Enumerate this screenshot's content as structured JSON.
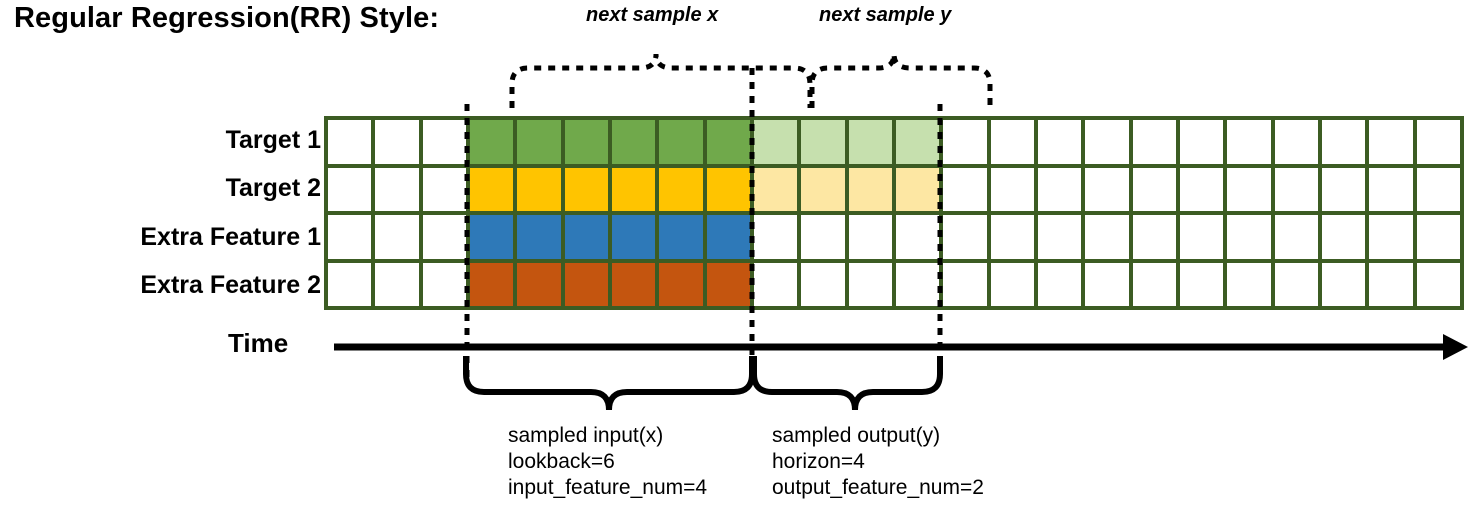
{
  "title": "Regular Regression(RR) Style:",
  "annotations": {
    "top_left_label": "next sample x",
    "top_right_label": "next sample y"
  },
  "rows": [
    {
      "label": "Target 1",
      "fill": "#70a94b",
      "faded_fill": "#c6e0ae",
      "has_output": true
    },
    {
      "label": "Target 2",
      "fill": "#ffc400",
      "faded_fill": "#fde7a3",
      "has_output": true
    },
    {
      "label": "Extra Feature 1",
      "fill": "#2e79b8",
      "faded_fill": "#ffffff",
      "has_output": false
    },
    {
      "label": "Extra Feature 2",
      "fill": "#c4550f",
      "faded_fill": "#ffffff",
      "has_output": false
    }
  ],
  "grid": {
    "total_columns": 24,
    "leading_blank_columns": 3,
    "input_columns": 6,
    "output_columns": 4,
    "trailing_blank_columns": 11,
    "border_color": "#3c5c23",
    "blank_fill": "#ffffff"
  },
  "time_axis": {
    "label": "Time"
  },
  "captions": {
    "input": {
      "line1": "sampled input(x)",
      "line2": "lookback=6",
      "line3": "input_feature_num=4"
    },
    "output": {
      "line1": "sampled output(y)",
      "line2": "horizon=4",
      "line3": "output_feature_num=2"
    }
  },
  "colors": {
    "green": "#70a94b",
    "light_green": "#c6e0ae",
    "yellow": "#ffc400",
    "light_yellow": "#fde7a3",
    "blue": "#2e79b8",
    "orange": "#c4550f",
    "grid_border": "#3c5c23",
    "ink": "#000000"
  }
}
